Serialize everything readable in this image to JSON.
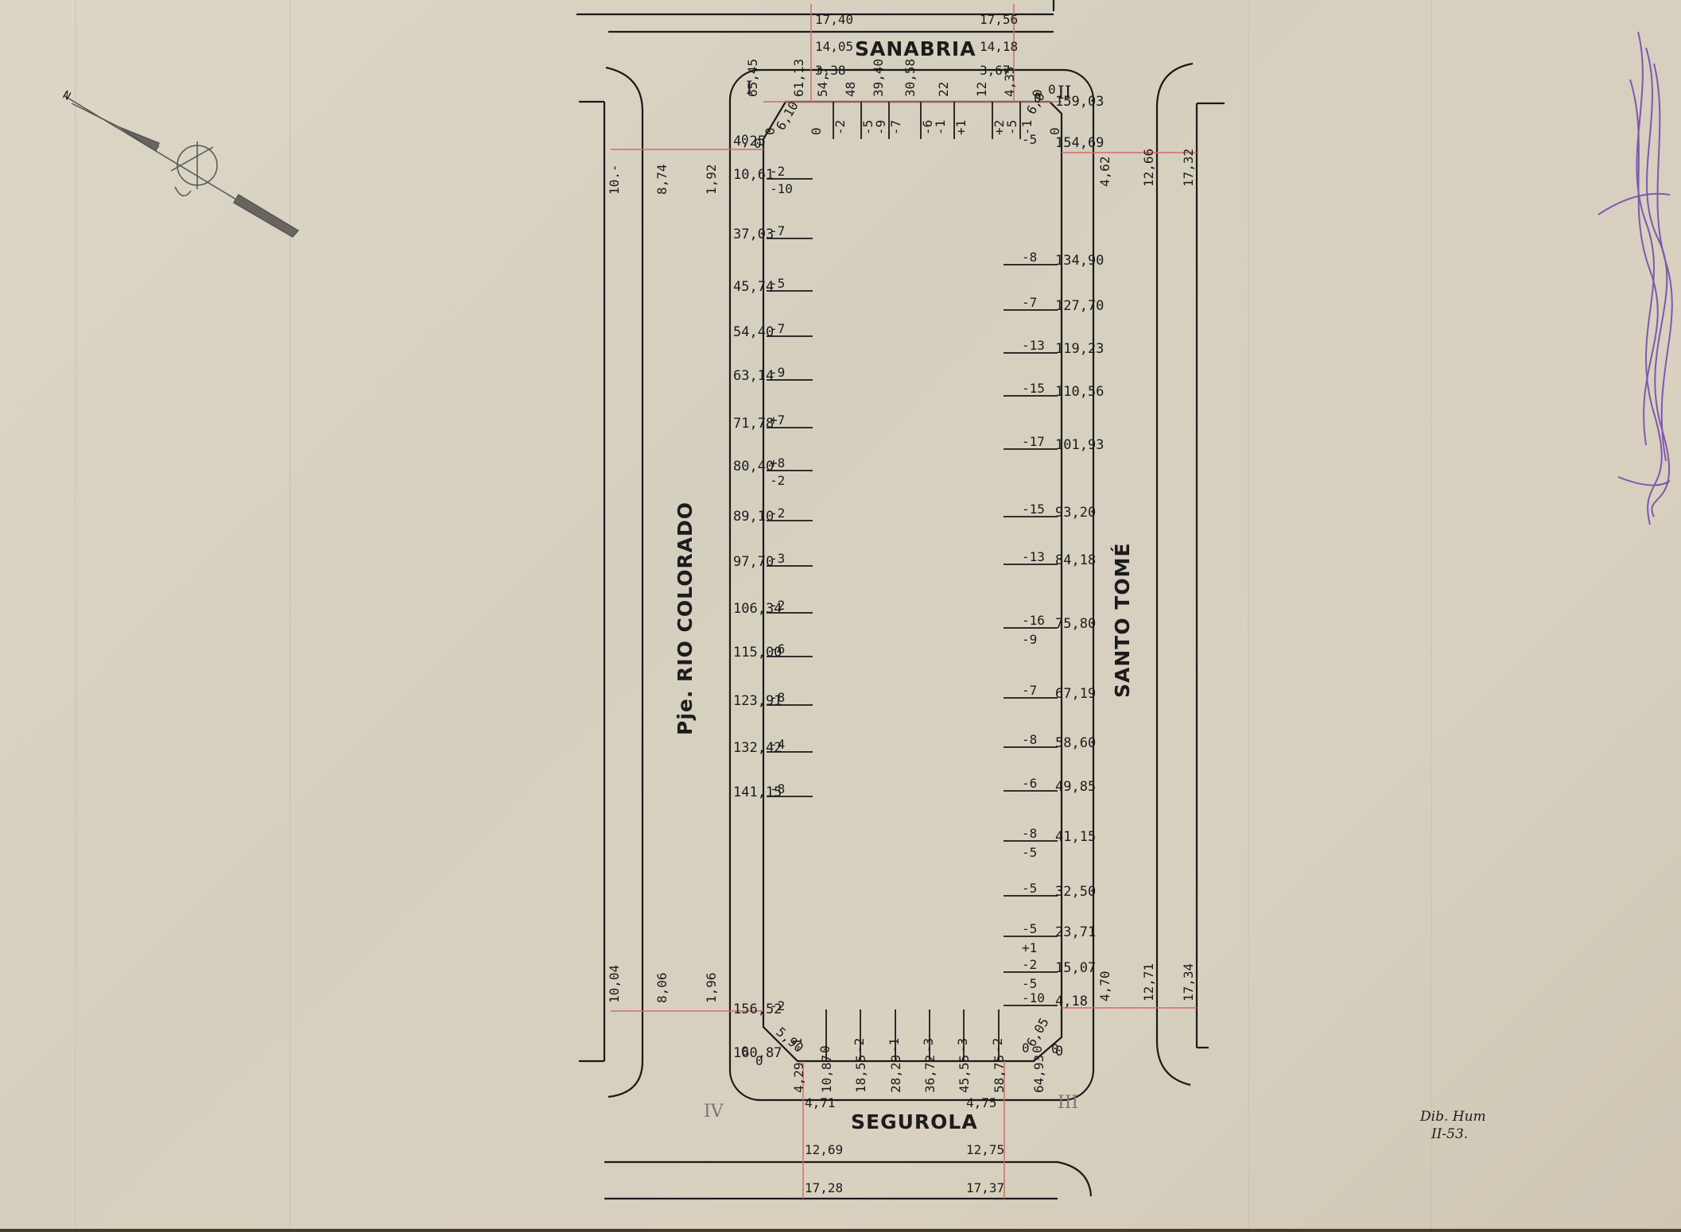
{
  "streets": {
    "north": "SANABRIA",
    "south": "SEGUROLA",
    "west": "Pje. RIO COLORADO",
    "east": "SANTO TOMÉ"
  },
  "corners": {
    "c1": "I",
    "c2": "II",
    "c3": "III",
    "c4": "IV"
  },
  "north_arrow": {
    "letter": "N"
  },
  "signature": {
    "line1": "Dib. Hum",
    "line2": "II-53."
  },
  "top_street_values": {
    "left": [
      "17,40",
      "14,05",
      "3,38"
    ],
    "right": [
      "17,56",
      "14,18",
      "3,67"
    ]
  },
  "bottom_street_values": {
    "left": [
      "4,71",
      "12,69",
      "17,28"
    ],
    "right": [
      "4,75",
      "12,75",
      "17,37"
    ]
  },
  "west_street_widths": {
    "top": [
      "10.-",
      "8,74",
      "1,92"
    ],
    "bottom": [
      "10,04",
      "8,06",
      "1,96"
    ]
  },
  "east_street_widths": {
    "top": [
      "4,62",
      "12,66",
      "17,32"
    ],
    "bottom": [
      "4,70",
      "12,71",
      "17,34"
    ]
  },
  "west_side": [
    {
      "dist": "4,25",
      "level": "0"
    },
    {
      "dist": "10,61",
      "level": "-2",
      "level2": "-10"
    },
    {
      "dist": "37,03",
      "level": "-7"
    },
    {
      "dist": "45,74",
      "level": "-5"
    },
    {
      "dist": "54,40",
      "level": "-7"
    },
    {
      "dist": "63,14",
      "level": "-9"
    },
    {
      "dist": "71,78",
      "level": "+7"
    },
    {
      "dist": "80,40",
      "level": "+8",
      "level2": "-2"
    },
    {
      "dist": "89,10",
      "level": "-2"
    },
    {
      "dist": "97,70",
      "level": "-3"
    },
    {
      "dist": "106,34",
      "level": "-2"
    },
    {
      "dist": "115,00",
      "level": "-6"
    },
    {
      "dist": "123,91",
      "level": "-8"
    },
    {
      "dist": "132,42",
      "level": "-4"
    },
    {
      "dist": "141,15",
      "level": "-8"
    },
    {
      "dist": "156,52",
      "level": "-2"
    },
    {
      "dist": "160,87",
      "level": "0"
    }
  ],
  "east_side": [
    {
      "dist": "159,03",
      "level": "0"
    },
    {
      "dist": "154,69",
      "level": "-5"
    },
    {
      "dist": "134,90",
      "level": "-8"
    },
    {
      "dist": "127,70",
      "level": "-7"
    },
    {
      "dist": "119,23",
      "level": "-13"
    },
    {
      "dist": "110,56",
      "level": "-15"
    },
    {
      "dist": "101,93",
      "level": "-17"
    },
    {
      "dist": "93,20",
      "level": "-15"
    },
    {
      "dist": "84,18",
      "level": "-13"
    },
    {
      "dist": "75,80",
      "level": "-16",
      "level2": "-9"
    },
    {
      "dist": "67,19",
      "level": "-7"
    },
    {
      "dist": "58,60",
      "level": "-8"
    },
    {
      "dist": "49,85",
      "level": "-6"
    },
    {
      "dist": "41,15",
      "level": "-8",
      "level2": "-5"
    },
    {
      "dist": "32,50",
      "level": "-5"
    },
    {
      "dist": "23,71",
      "level": "-5",
      "level2": "+1"
    },
    {
      "dist": "15,07",
      "level": "-2",
      "level2": "-5"
    },
    {
      "dist": "4,18",
      "level": "-10"
    },
    {
      "dist": "0",
      "level": "0"
    }
  ],
  "north_side": [
    {
      "dist": "65,45",
      "level": "0"
    },
    {
      "dist": "61,13",
      "level": "0"
    },
    {
      "dist": "54,7",
      "level": "-2"
    },
    {
      "dist": "48",
      "level": "-5",
      "level2": "-9"
    },
    {
      "dist": "39,40",
      "level": "-7"
    },
    {
      "dist": "30,58",
      "level": "-6",
      "level2": "-1"
    },
    {
      "dist": "22",
      "level": "+1"
    },
    {
      "dist": "12",
      "level": "+2",
      "level2": "-5"
    },
    {
      "dist": "4,35",
      "level": "-1"
    },
    {
      "dist": "0",
      "level": "0"
    }
  ],
  "south_side": [
    {
      "dist": "4,29",
      "level": "-1"
    },
    {
      "dist": "10,87",
      "level": "0"
    },
    {
      "dist": "18,55",
      "level": "-2"
    },
    {
      "dist": "28,29",
      "level": "-1"
    },
    {
      "dist": "36,72",
      "level": "-3"
    },
    {
      "dist": "45,55",
      "level": "-3"
    },
    {
      "dist": "58,75",
      "level": "-2"
    },
    {
      "dist": "64,93",
      "level": "0"
    }
  ],
  "chamfers": {
    "nw": "6,10",
    "ne": "6,0",
    "sw": "5,90",
    "se": "6,05"
  },
  "corner_labels": {
    "nw": "0",
    "ne": "0",
    "sw": "0",
    "se": "0"
  }
}
